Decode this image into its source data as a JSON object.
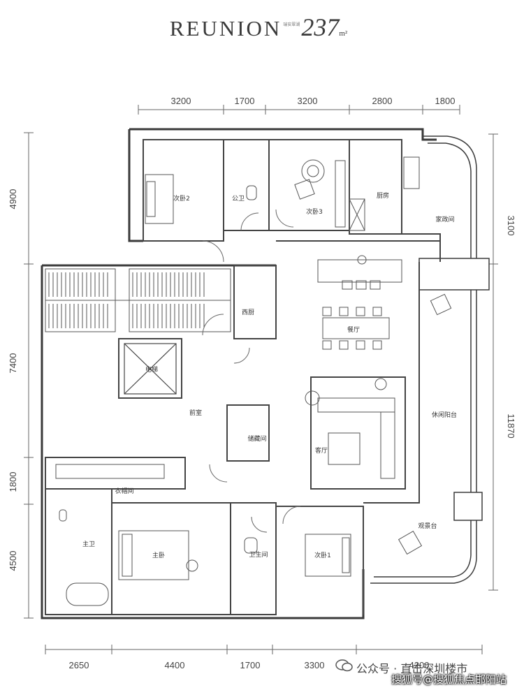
{
  "header": {
    "brand": "REUNION",
    "sub": "瑞安翠湖",
    "area": "237",
    "unit": "m²"
  },
  "dimensions": {
    "top": [
      "3200",
      "1700",
      "3200",
      "2800",
      "1800"
    ],
    "bottom": [
      "2650",
      "4400",
      "1700",
      "3300",
      "4200"
    ],
    "left": [
      "4900",
      "7400",
      "1800",
      "4500"
    ],
    "right": [
      "3100",
      "11870"
    ]
  },
  "rooms": {
    "bedroom2": "次卧2",
    "public_bath": "公卫",
    "bedroom3": "次卧3",
    "kitchen": "厨房",
    "housekeeping": "家政间",
    "western_kitchen": "西厨",
    "dining": "餐厅",
    "elevator": "电梯",
    "front_room": "前室",
    "storage": "储藏间",
    "living": "客厅",
    "leisure_balcony": "休闲阳台",
    "cloakroom": "衣帽间",
    "master_bath": "主卫",
    "master_bedroom": "主卧",
    "bathroom": "卫生间",
    "bedroom1": "次卧1",
    "viewing_deck": "观景台"
  },
  "watermark": {
    "line1": "公众号 · 直击深圳楼市",
    "line2": "搜狐号@搜狐焦点邯阳站"
  },
  "colors": {
    "wall": "#3a3a3a",
    "dim_line": "#666666",
    "background": "#ffffff"
  }
}
